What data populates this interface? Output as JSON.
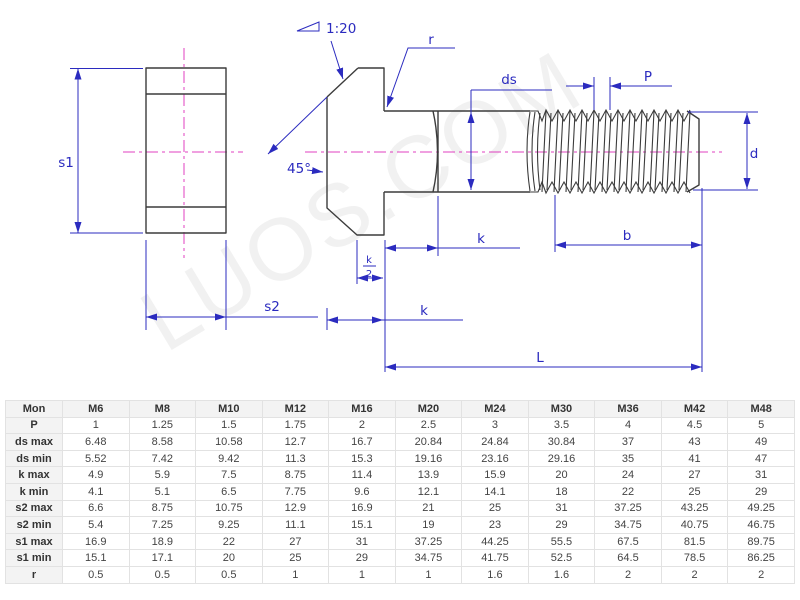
{
  "drawing": {
    "watermark": "LUOS.COM",
    "labels": {
      "taper": "1:20",
      "angle": "45°",
      "r": "r",
      "ds": "ds",
      "P": "P",
      "d": "d",
      "k": "k",
      "k_half_num": "k",
      "k_half_den": "2",
      "b": "b",
      "L": "L",
      "s1": "s1",
      "s2": "s2"
    },
    "colors": {
      "dimension_blue": "#2b2bbf",
      "outline_dark": "#3c3c3c",
      "centerline_magenta": "#e040c0"
    }
  },
  "table": {
    "columns": [
      "Mon",
      "M6",
      "M8",
      "M10",
      "M12",
      "M16",
      "M20",
      "M24",
      "M30",
      "M36",
      "M42",
      "M48"
    ],
    "rows": [
      {
        "label": "P",
        "values": [
          "1",
          "1.25",
          "1.5",
          "1.75",
          "2",
          "2.5",
          "3",
          "3.5",
          "4",
          "4.5",
          "5"
        ]
      },
      {
        "label": "ds max",
        "values": [
          "6.48",
          "8.58",
          "10.58",
          "12.7",
          "16.7",
          "20.84",
          "24.84",
          "30.84",
          "37",
          "43",
          "49"
        ]
      },
      {
        "label": "ds min",
        "values": [
          "5.52",
          "7.42",
          "9.42",
          "11.3",
          "15.3",
          "19.16",
          "23.16",
          "29.16",
          "35",
          "41",
          "47"
        ]
      },
      {
        "label": "k max",
        "values": [
          "4.9",
          "5.9",
          "7.5",
          "8.75",
          "11.4",
          "13.9",
          "15.9",
          "20",
          "24",
          "27",
          "31"
        ]
      },
      {
        "label": "k min",
        "values": [
          "4.1",
          "5.1",
          "6.5",
          "7.75",
          "9.6",
          "12.1",
          "14.1",
          "18",
          "22",
          "25",
          "29"
        ]
      },
      {
        "label": "s2 max",
        "values": [
          "6.6",
          "8.75",
          "10.75",
          "12.9",
          "16.9",
          "21",
          "25",
          "31",
          "37.25",
          "43.25",
          "49.25"
        ]
      },
      {
        "label": "s2 min",
        "values": [
          "5.4",
          "7.25",
          "9.25",
          "11.1",
          "15.1",
          "19",
          "23",
          "29",
          "34.75",
          "40.75",
          "46.75"
        ]
      },
      {
        "label": "s1 max",
        "values": [
          "16.9",
          "18.9",
          "22",
          "27",
          "31",
          "37.25",
          "44.25",
          "55.5",
          "67.5",
          "81.5",
          "89.75"
        ]
      },
      {
        "label": "s1 min",
        "values": [
          "15.1",
          "17.1",
          "20",
          "25",
          "29",
          "34.75",
          "41.75",
          "52.5",
          "64.5",
          "78.5",
          "86.25"
        ]
      },
      {
        "label": "r",
        "values": [
          "0.5",
          "0.5",
          "0.5",
          "1",
          "1",
          "1",
          "1.6",
          "1.6",
          "2",
          "2",
          "2"
        ]
      }
    ]
  }
}
